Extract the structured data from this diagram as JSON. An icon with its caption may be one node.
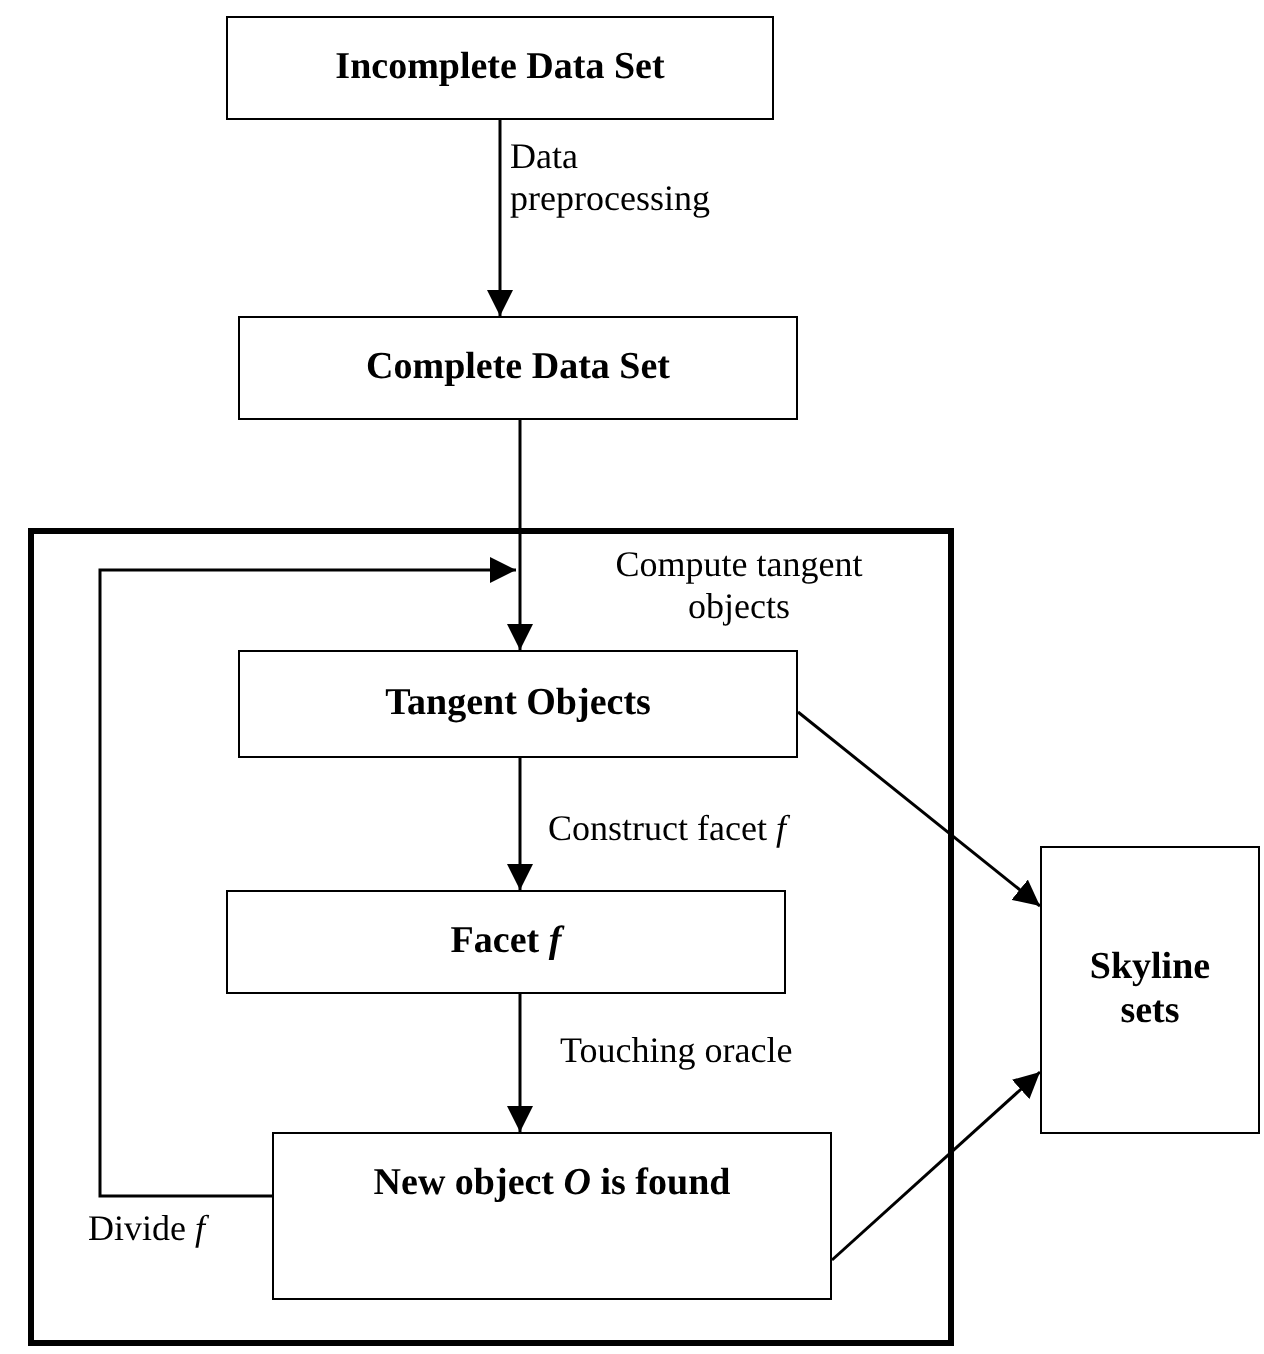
{
  "diagram": {
    "nodes": [
      {
        "text": [
          "Incomplete Data Set"
        ]
      },
      {
        "text": [
          "Complete Data Set"
        ]
      },
      {
        "text": [],
        "shape": "box"
      },
      {
        "text": [
          "Tangent Objects"
        ],
        "in": 2
      },
      {
        "text": [
          "Facet *f*"
        ],
        "in": 2
      },
      {
        "text": [
          "New object *O* is found"
        ],
        "in": 2
      },
      {
        "text": [
          "Skyline sets"
        ]
      }
    ],
    "edges": [
      {
        "from": 0,
        "to": 1,
        "arrow": "to",
        "label": "Data preprocessing"
      },
      {
        "from": 1,
        "to": 3,
        "arrow": "to",
        "label": "Compute tangent objects"
      },
      {
        "from": 3,
        "to": 4,
        "arrow": "to",
        "label": "Construct facet *f*"
      },
      {
        "from": 4,
        "to": 5,
        "arrow": "to",
        "label": "Touching oracle"
      },
      {
        "from": 5,
        "to": 3,
        "arrow": "to",
        "label": "Divide *f*"
      },
      {
        "from": 3,
        "to": 6,
        "arrow": "to"
      },
      {
        "from": 5,
        "to": 6,
        "arrow": "to"
      }
    ]
  }
}
